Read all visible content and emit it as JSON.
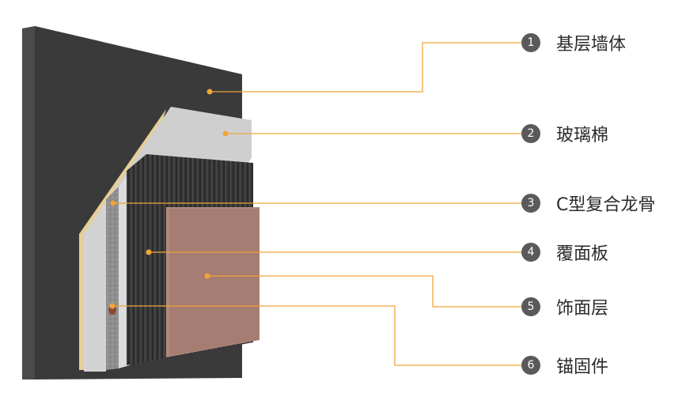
{
  "leader_color": "#f0a43a",
  "badge_color": "#5a5a5a",
  "layers": [
    {
      "number": "1",
      "name": "基层墙体"
    },
    {
      "number": "2",
      "name": "玻璃棉"
    },
    {
      "number": "3",
      "name": "C型复合龙骨"
    },
    {
      "number": "4",
      "name": "覆面板"
    },
    {
      "number": "5",
      "name": "饰面层"
    },
    {
      "number": "6",
      "name": "锚固件"
    }
  ]
}
